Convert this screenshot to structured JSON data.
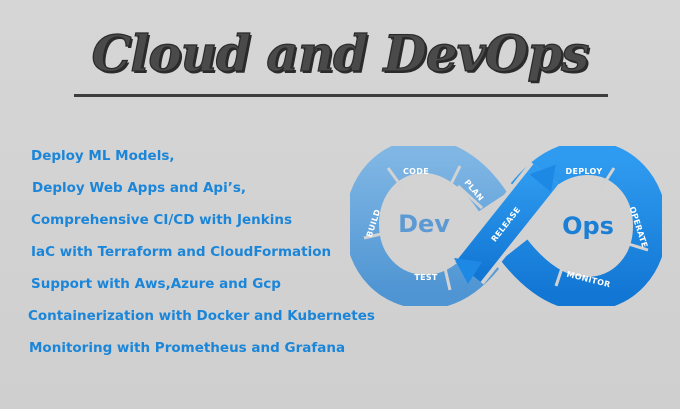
{
  "title": "Cloud and DevOps",
  "features": [
    "Deploy ML Models,",
    "Deploy Web Apps and Api’s,",
    "Comprehensive CI/CD with Jenkins",
    "IaC with Terraform and CloudFormation",
    "Support with Aws,Azure and Gcp",
    "Containerization with Docker and Kubernetes",
    "Monitoring with Prometheus and Grafana"
  ],
  "logo": {
    "dev_label": "Dev",
    "ops_label": "Ops",
    "stages": {
      "code": "CODE",
      "build": "BUILD",
      "test": "TEST",
      "plan": "PLAN",
      "release": "RELEASE",
      "deploy": "DEPLOY",
      "operate": "OPERATE",
      "monitor": "MONITOR"
    }
  },
  "colors": {
    "title": "#4a4a4a",
    "feature_text": "#1b86d9",
    "dev_loop": "#6aa8dc",
    "ops_loop": "#1e88e5"
  }
}
